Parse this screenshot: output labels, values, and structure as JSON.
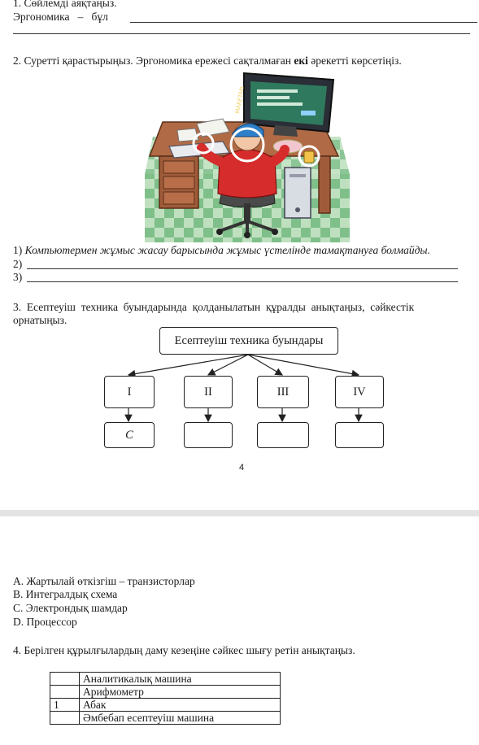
{
  "page1": {
    "task1": {
      "heading": "1. Сөйлемді аяқтаңыз.",
      "prompt": "Эргономика   –   бұл"
    },
    "task2": {
      "heading_pre": "2. Суретті қарастырыңыз. Эргономика ережесі сақталмаған ",
      "heading_bold": "екі",
      "heading_post": " әрекетті көрсетіңіз.",
      "illustration_icon": "computer-desk-illustration",
      "monitor_side_text": "MAKETAN",
      "answers": [
        {
          "num": "1)",
          "text": "Компьютермен жұмыс жасау барысында жұмыс үстелінде тамақтануға болмайды."
        },
        {
          "num": "2)",
          "text": ""
        },
        {
          "num": "3)",
          "text": ""
        }
      ]
    },
    "task3": {
      "heading_line1": "3.  Есептеуіш  техника  буындарында  қолданылатын  құралды  анықтаңыз,  сәйкестік",
      "heading_line2": "орнатыңыз.",
      "root_label": "Есептеуіш техника буындары",
      "generations": [
        "I",
        "II",
        "III",
        "IV"
      ],
      "answers": [
        "C",
        "",
        "",
        ""
      ]
    },
    "page_number": "4"
  },
  "page2": {
    "options": [
      "A. Жартылай өткізгіш – транзисторлар",
      "B. Интегралдық схема",
      "C. Электрондық шамдар",
      "D. Процессор"
    ],
    "task4": {
      "heading": "4. Берілген құрылғылардың даму кезеңіне сәйкес шығу ретін анықтаңыз.",
      "rows": [
        {
          "num": "",
          "name": "Аналитикалық машина"
        },
        {
          "num": "",
          "name": "Арифмометр"
        },
        {
          "num": "1",
          "name": "Абак"
        },
        {
          "num": "",
          "name": "Әмбебап есептеуіш машина"
        }
      ]
    }
  },
  "colors": {
    "page_gap": "#e4e4e4",
    "answer_text": "#2b2b2b"
  }
}
